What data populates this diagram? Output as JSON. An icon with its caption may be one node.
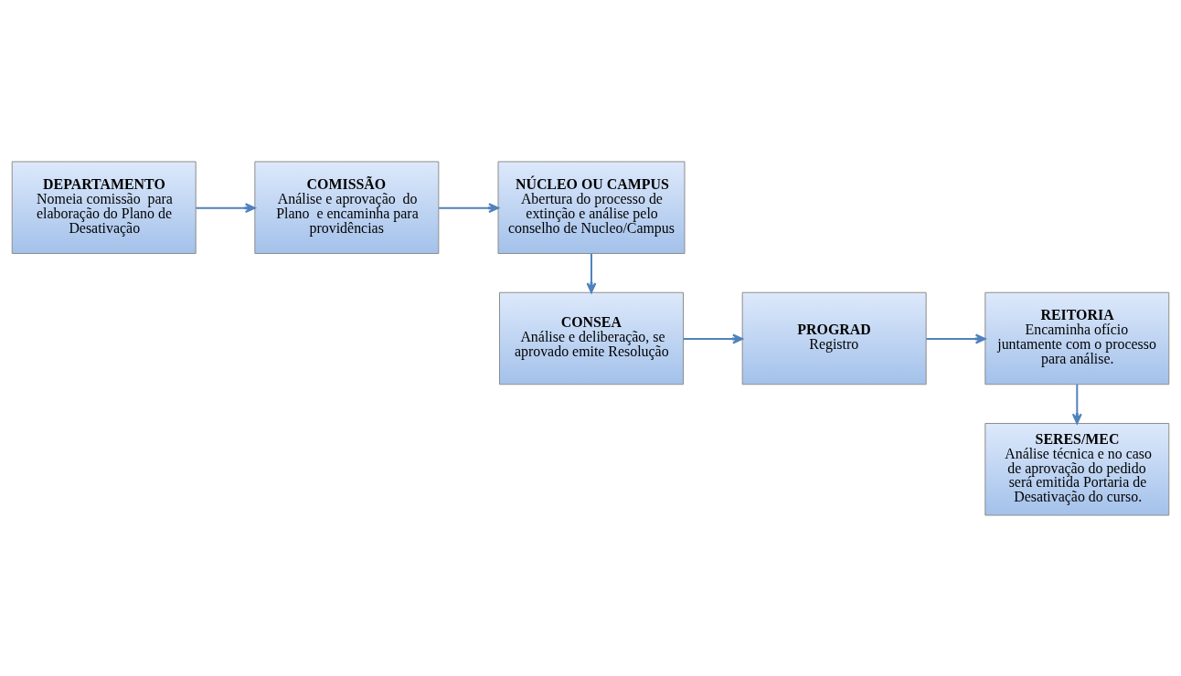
{
  "diagram": {
    "nodes": [
      {
        "text": [
          "DEPARTAMENTO",
          "Nomeia comissão  para elaboração do Plano de Desativação"
        ]
      },
      {
        "text": [
          "COMISSÃO",
          "Análise e aprovação  do Plano  e encaminha para providências"
        ]
      },
      {
        "text": [
          "NÚCLEO OU CAMPUS",
          "Abertura do processo de extinção e análise pelo conselho de Nucleo/Campus"
        ]
      },
      {
        "text": [
          "CONSEA",
          "Análise e deliberação, se aprovado emite Resolução"
        ]
      },
      {
        "text": [
          "PROGRAD",
          "Registro"
        ]
      },
      {
        "text": [
          "REITORIA",
          "Encaminha ofício juntamente com o processo para análise."
        ]
      },
      {
        "text": [
          "SERES/MEC",
          "Análise técnica e no caso de aprovação do pedido será emitida Portaria de Desativação do curso."
        ]
      }
    ],
    "edges": [
      {
        "from": 0,
        "to": 1,
        "arrow": "to"
      },
      {
        "from": 1,
        "to": 2,
        "arrow": "to"
      },
      {
        "from": 2,
        "to": 3,
        "arrow": "to"
      },
      {
        "from": 3,
        "to": 4,
        "arrow": "to"
      },
      {
        "from": 4,
        "to": 5,
        "arrow": "to"
      },
      {
        "from": 5,
        "to": 6,
        "arrow": "to"
      }
    ]
  }
}
